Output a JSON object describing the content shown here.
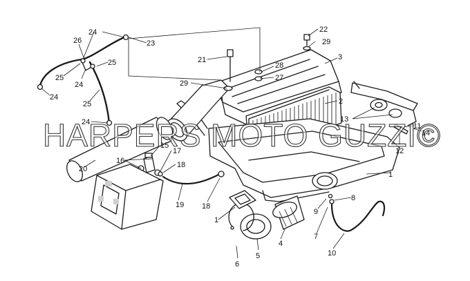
{
  "watermark": "HARPERS MOTO GUZZI©",
  "colors": {
    "ink": "#1a1a1a",
    "paper": "#ffffff",
    "shade": "#cfcfcf"
  },
  "callouts": [
    {
      "id": "c1a",
      "text": "1"
    },
    {
      "id": "c1b",
      "text": "1"
    },
    {
      "id": "c2",
      "text": "2"
    },
    {
      "id": "c3",
      "text": "3"
    },
    {
      "id": "c4",
      "text": "4"
    },
    {
      "id": "c5",
      "text": "5"
    },
    {
      "id": "c6",
      "text": "6"
    },
    {
      "id": "c7",
      "text": "7"
    },
    {
      "id": "c8",
      "text": "8"
    },
    {
      "id": "c9",
      "text": "9"
    },
    {
      "id": "c10",
      "text": "10"
    },
    {
      "id": "c11",
      "text": "11"
    },
    {
      "id": "c12",
      "text": "12"
    },
    {
      "id": "c13",
      "text": "13"
    },
    {
      "id": "c14",
      "text": "14"
    },
    {
      "id": "c15",
      "text": "15"
    },
    {
      "id": "c16",
      "text": "16"
    },
    {
      "id": "c17",
      "text": "17"
    },
    {
      "id": "c18a",
      "text": "18"
    },
    {
      "id": "c18b",
      "text": "18"
    },
    {
      "id": "c19",
      "text": "19"
    },
    {
      "id": "c20",
      "text": "20"
    },
    {
      "id": "c21",
      "text": "21"
    },
    {
      "id": "c22",
      "text": "22"
    },
    {
      "id": "c23",
      "text": "23"
    },
    {
      "id": "c24a",
      "text": "24"
    },
    {
      "id": "c24b",
      "text": "24"
    },
    {
      "id": "c24c",
      "text": "24"
    },
    {
      "id": "c24d",
      "text": "24"
    },
    {
      "id": "c25a",
      "text": "25"
    },
    {
      "id": "c25b",
      "text": "25"
    },
    {
      "id": "c25c",
      "text": "25"
    },
    {
      "id": "c26",
      "text": "26"
    },
    {
      "id": "c27",
      "text": "27"
    },
    {
      "id": "c28",
      "text": "28"
    },
    {
      "id": "c29a",
      "text": "29"
    },
    {
      "id": "c29b",
      "text": "29"
    }
  ]
}
